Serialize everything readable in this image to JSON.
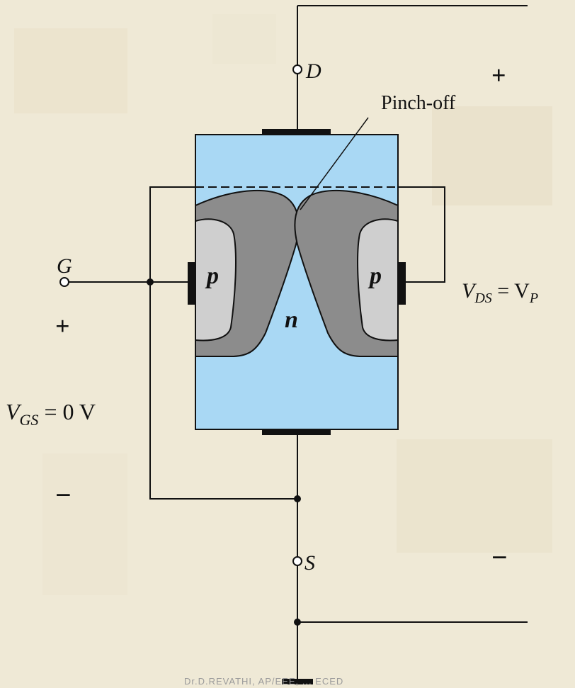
{
  "colors": {
    "background": "#efe9d6",
    "channel": "#a9d8f4",
    "depletion": "#8c8c8c",
    "p_region": "#cfcfcf",
    "wire": "#111111"
  },
  "labels": {
    "drain": "D",
    "source": "S",
    "gate": "G",
    "pinch_off": "Pinch-off",
    "p_left": "p",
    "p_right": "p",
    "n_channel": "n",
    "vds_lhs": "V",
    "vds_lhs_sub": "DS",
    "vds_rhs": " = V",
    "vds_rhs_sub": "P",
    "vgs_lhs": "V",
    "vgs_lhs_sub": "GS",
    "vgs_rhs": " = 0 V",
    "plus_right": "+",
    "minus_right": "−",
    "plus_left": "+",
    "minus_left": "−"
  },
  "footer": "Dr.D.REVATHI,  AP/EEE,  ...  ECED"
}
